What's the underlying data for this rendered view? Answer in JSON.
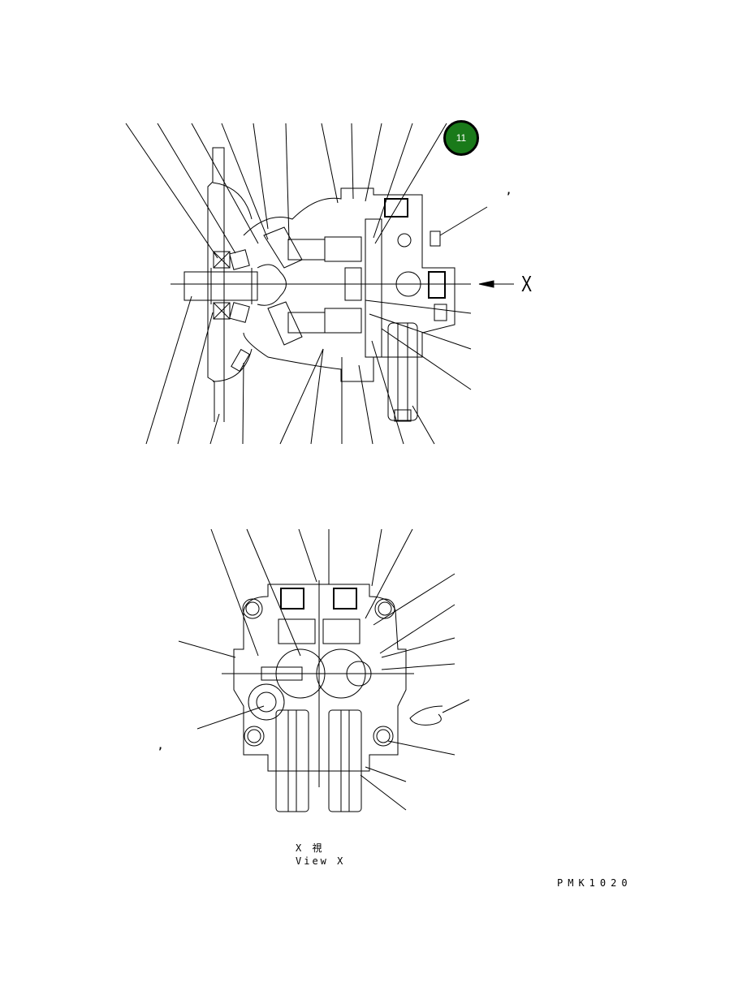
{
  "drawing": {
    "code": "PMK1020",
    "callout": {
      "number": "11",
      "color": "#1a7a1a",
      "border": "#000000"
    },
    "view_arrow_label": "X",
    "view_caption_jp": "X 視",
    "view_caption_en": "View X",
    "stray_marks": [
      ",",
      ",",
      "- -",
      ". ."
    ]
  }
}
